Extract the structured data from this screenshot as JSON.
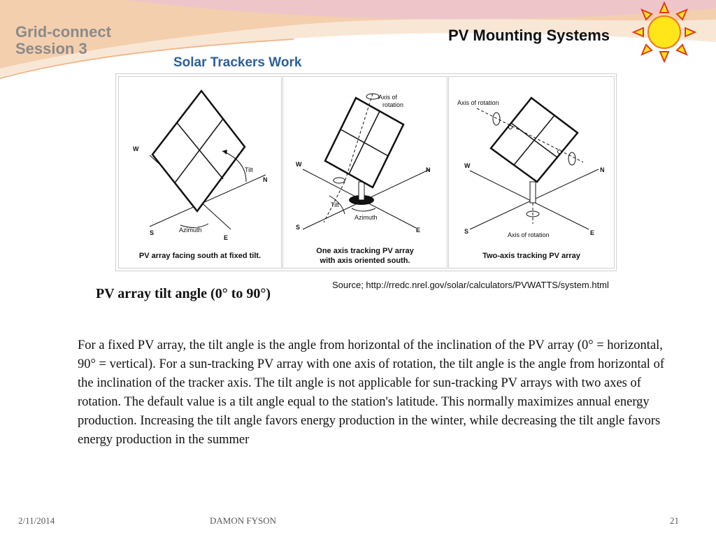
{
  "header": {
    "brand_line1": "Grid-connect",
    "brand_line2": "Session 3",
    "title": "PV Mounting Systems",
    "subtitle": "Solar Trackers Work",
    "colors": {
      "sun_fill": "#ffe619",
      "sun_rays": "#e03a1e",
      "sun_stroke": "#ee7722",
      "swoosh_peach": "#f6d7b8",
      "swoosh_pink": "#eec6c9",
      "subtitle": "#2e5f98",
      "brand": "#8a8a8a"
    },
    "sun_icon": "sun-icon"
  },
  "figure": {
    "panels": [
      {
        "caption": "PV array facing south at fixed tilt.",
        "labels": {
          "w": "W",
          "n": "N",
          "s": "S",
          "e": "E",
          "tilt": "Tilt",
          "azimuth": "Azimuth"
        }
      },
      {
        "caption_line1": "One axis tracking PV array",
        "caption_line2": "with axis oriented south.",
        "labels": {
          "w": "W",
          "n": "N",
          "s": "S",
          "e": "E",
          "tilt": "Tilt",
          "azimuth": "Azimuth",
          "axis_line1": "Axis of",
          "axis_line2": "rotation"
        }
      },
      {
        "caption": "Two-axis tracking PV array",
        "labels": {
          "w": "W",
          "n": "N",
          "s": "S",
          "e": "E",
          "axis_top": "Axis of rotation",
          "axis_bottom": "Axis of rotation"
        }
      }
    ],
    "source": "Source; http://rredc.nrel.gov/solar/calculators/PVWATTS/system.html"
  },
  "content": {
    "heading": "PV array tilt angle (0° to 90°)",
    "paragraph": "For a fixed PV array, the tilt angle is the angle from horizontal of the inclination of the PV array (0° = horizontal, 90° = vertical). For a sun-tracking PV array with one axis of rotation, the tilt angle is the angle from horizontal of the inclination of the tracker axis. The tilt angle is not applicable for sun-tracking PV arrays with two axes of rotation. The default value is a tilt angle equal to the station's latitude. This normally maximizes annual energy production. Increasing the tilt angle favors energy production in the winter, while decreasing the tilt angle favors energy production in the summer"
  },
  "footer": {
    "date": "2/11/2014",
    "author": "DAMON FYSON",
    "page": "21"
  }
}
